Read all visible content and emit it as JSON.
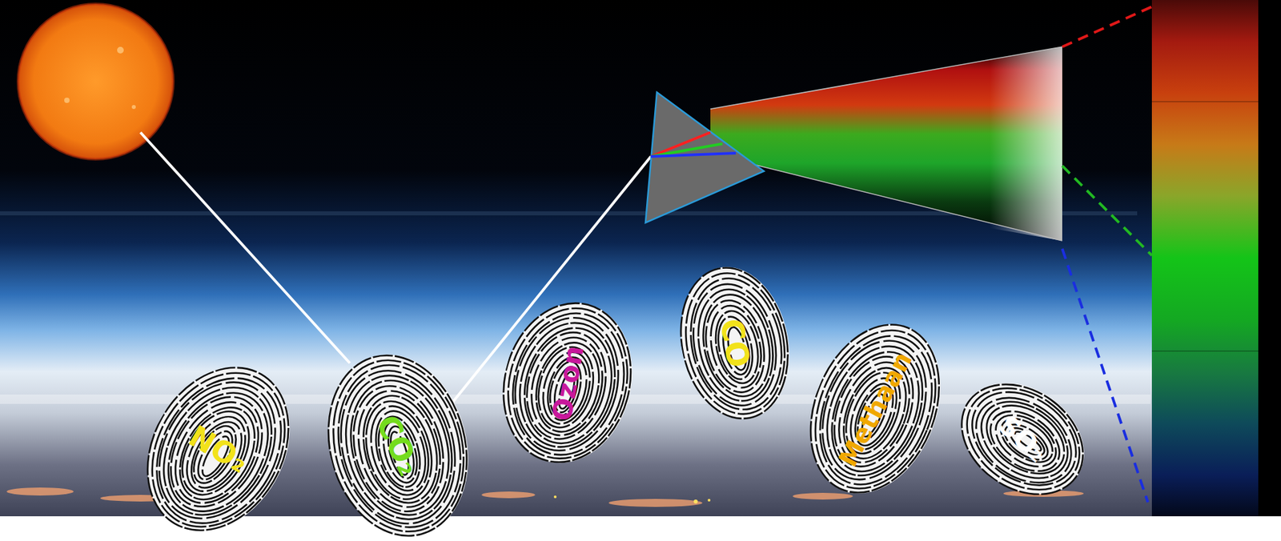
{
  "diagram": {
    "nodes": [
      {
        "text": [
          "NO₂"
        ]
      },
      {
        "text": [
          "CO₂"
        ]
      },
      {
        "text": [
          "Ozon"
        ]
      },
      {
        "text": [
          "CO"
        ]
      },
      {
        "text": [
          "Methaan"
        ]
      },
      {
        "text": [
          "SO₂"
        ]
      }
    ]
  }
}
